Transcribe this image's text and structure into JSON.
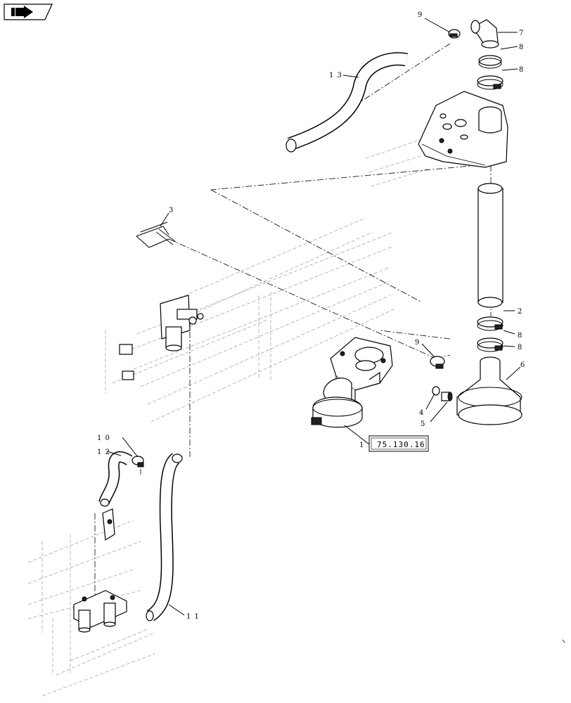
{
  "diagram": {
    "callouts": [
      {
        "id": "c9a",
        "text": "9"
      },
      {
        "id": "c7",
        "text": "7"
      },
      {
        "id": "c8a",
        "text": "8"
      },
      {
        "id": "c8b",
        "text": "8"
      },
      {
        "id": "c13",
        "text": "1 3"
      },
      {
        "id": "c3",
        "text": "3"
      },
      {
        "id": "c2",
        "text": "2"
      },
      {
        "id": "c8c",
        "text": "8"
      },
      {
        "id": "c8d",
        "text": "8"
      },
      {
        "id": "c9b",
        "text": "9"
      },
      {
        "id": "c6",
        "text": "6"
      },
      {
        "id": "c4",
        "text": "4"
      },
      {
        "id": "c5",
        "text": "5"
      },
      {
        "id": "c1",
        "text": "1"
      },
      {
        "id": "c10",
        "text": "1 0"
      },
      {
        "id": "c12",
        "text": "1 2"
      },
      {
        "id": "c11",
        "text": "1 1"
      }
    ],
    "reference_box": "75.130.16",
    "colors": {
      "ink": "#000000",
      "frame": "#999999",
      "background": "#ffffff"
    }
  },
  "nav_icon": "arrow-right-icon"
}
